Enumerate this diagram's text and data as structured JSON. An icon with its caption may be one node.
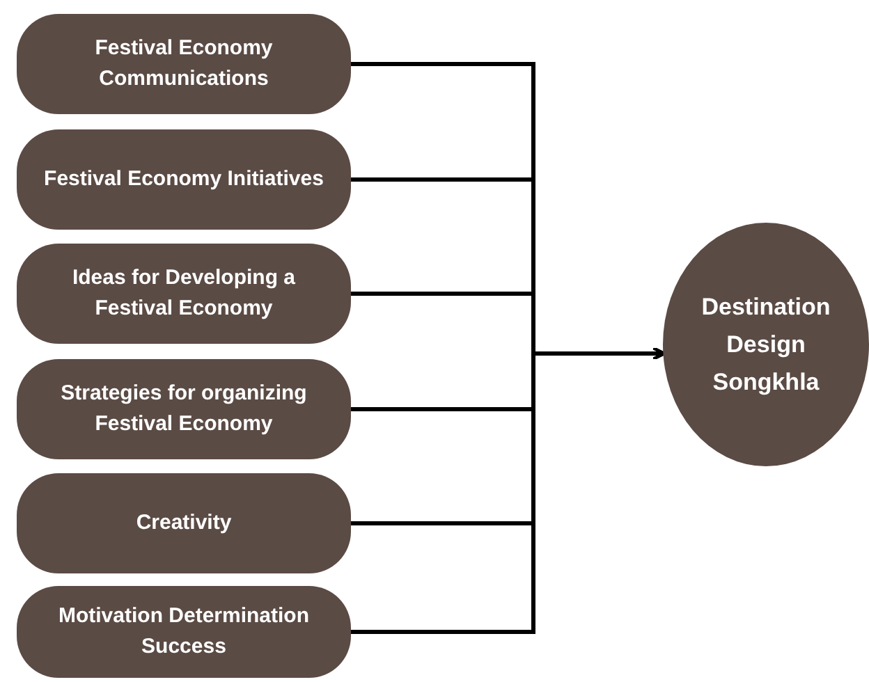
{
  "diagram": {
    "nodes": [
      {
        "text": [
          "Festival Economy Communications"
        ]
      },
      {
        "text": [
          "Festival Economy Initiatives"
        ]
      },
      {
        "text": [
          "Ideas for Developing a Festival Economy"
        ]
      },
      {
        "text": [
          "Strategies for organizing Festival Economy"
        ]
      },
      {
        "text": [
          "Creativity"
        ]
      },
      {
        "text": [
          "Motivation Determination Success"
        ]
      },
      {
        "text": [
          "Destination Design Songkhla"
        ]
      }
    ],
    "edges": [
      {
        "from": 0,
        "to": 6,
        "arrow": "to"
      },
      {
        "from": 1,
        "to": 6,
        "arrow": "to"
      },
      {
        "from": 2,
        "to": 6,
        "arrow": "to"
      },
      {
        "from": 3,
        "to": 6,
        "arrow": "to"
      },
      {
        "from": 4,
        "to": 6,
        "arrow": "to"
      },
      {
        "from": 5,
        "to": 6,
        "arrow": "to"
      }
    ]
  }
}
